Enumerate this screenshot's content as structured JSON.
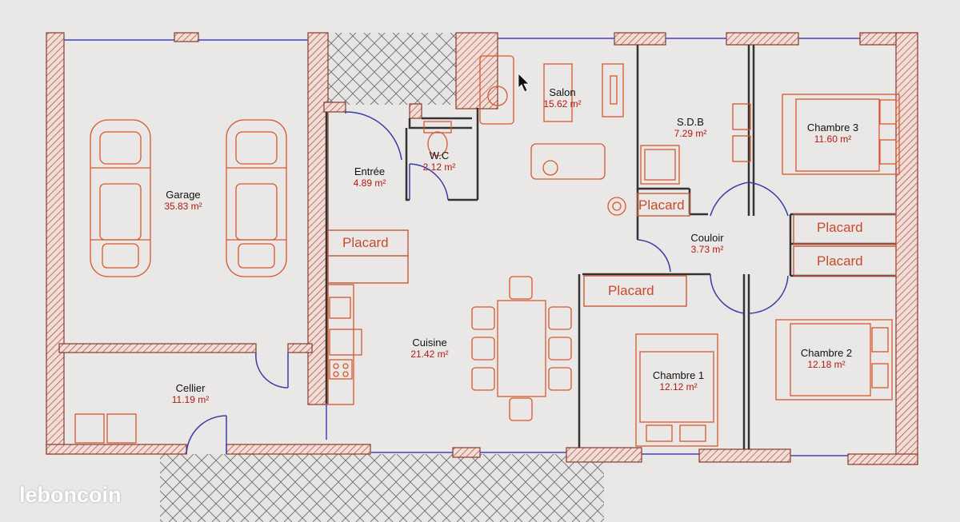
{
  "rooms": {
    "garage": {
      "name": "Garage",
      "area": "35.83 m²"
    },
    "cellier": {
      "name": "Cellier",
      "area": "11.19 m²"
    },
    "entree": {
      "name": "Entrée",
      "area": "4.89 m²"
    },
    "wc": {
      "name": "W.C",
      "area": "2.12 m²"
    },
    "salon": {
      "name": "Salon",
      "area": "15.62 m²"
    },
    "sdb": {
      "name": "S.D.B",
      "area": "7.29 m²"
    },
    "chambre3": {
      "name": "Chambre 3",
      "area": "11.60 m²"
    },
    "couloir": {
      "name": "Couloir",
      "area": "3.73 m²"
    },
    "cuisine": {
      "name": "Cuisine",
      "area": "21.42 m²"
    },
    "chambre1": {
      "name": "Chambre 1",
      "area": "12.12 m²"
    },
    "chambre2": {
      "name": "Chambre 2",
      "area": "12.18 m²"
    }
  },
  "placards": {
    "entree": "Placard",
    "sdb": "Placard",
    "couloir": "Placard",
    "chambre3": "Placard",
    "chambre2": "Placard"
  },
  "watermark": "leboncoin",
  "colors": {
    "wall_fill": "#f2d9d2",
    "wall_stroke": "#8a3a2a",
    "furniture": "#d8572f",
    "area_text": "#b01a12",
    "window_line": "#6a6ad0",
    "door_arc": "#3a3aa8",
    "background": "#e9e8e6"
  }
}
